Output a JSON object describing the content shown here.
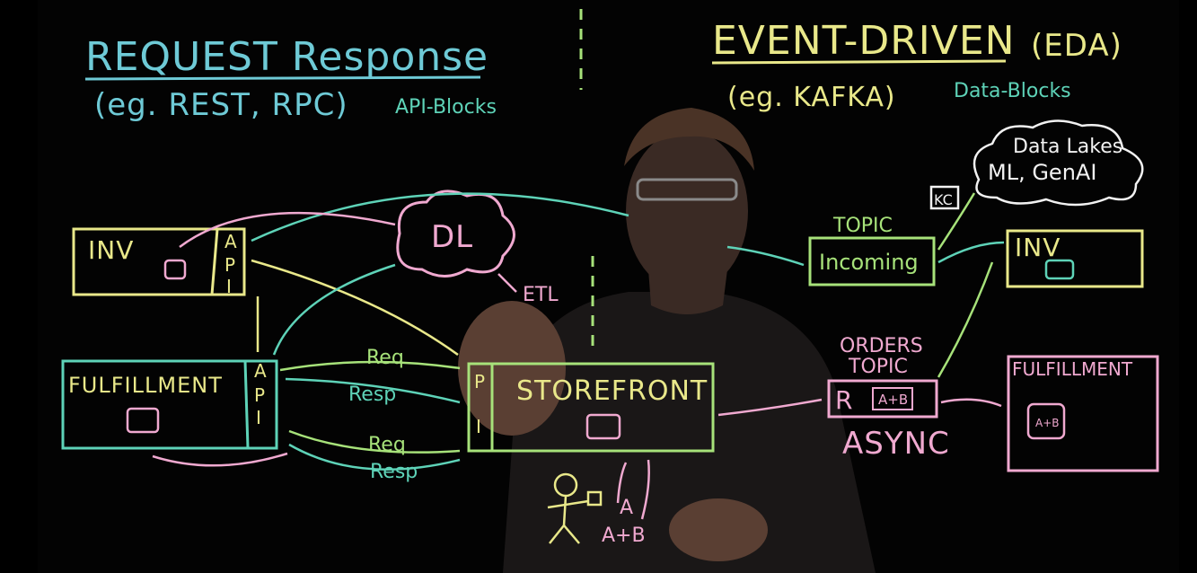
{
  "colors": {
    "blue": "#6ecad6",
    "green": "#a7e27a",
    "yellow": "#e9e88a",
    "pink": "#f0a9d0",
    "teal": "#5ed3b8",
    "white": "#f2f2f2"
  },
  "left": {
    "title": "REQUEST Response",
    "examples": "(eg. REST, RPC)",
    "blocks": "API-Blocks",
    "inv_label": "INV",
    "fulfillment_label": "FULFILLMENT",
    "api_letters": [
      "A",
      "P",
      "I"
    ],
    "dl_label": "DL",
    "etl_label": "ETL",
    "req_label_1": "Req",
    "resp_label_1": "Resp",
    "req_label_2": "Req",
    "resp_label_2": "Resp",
    "storefront_label": "STOREFRONT",
    "user_label_a": "A",
    "user_label_ab": "A+B"
  },
  "right": {
    "title": "EVENT-DRIVEN",
    "acronym": "(EDA)",
    "examples": "(eg. KAFKA)",
    "blocks": "Data-Blocks",
    "cloud_line1": "Data Lakes",
    "cloud_line2": "ML, GenAI",
    "kc_label": "KC",
    "topic_label": "TOPIC",
    "incoming_label": "Incoming",
    "inv_label": "INV",
    "orders_label": "ORDERS",
    "orders_topic_label": "TOPIC",
    "r_label": "R",
    "ab_label": "A+B",
    "async_label": "ASYNC",
    "fulfillment_label": "FULFILLMENT",
    "db_label": "A+B"
  }
}
